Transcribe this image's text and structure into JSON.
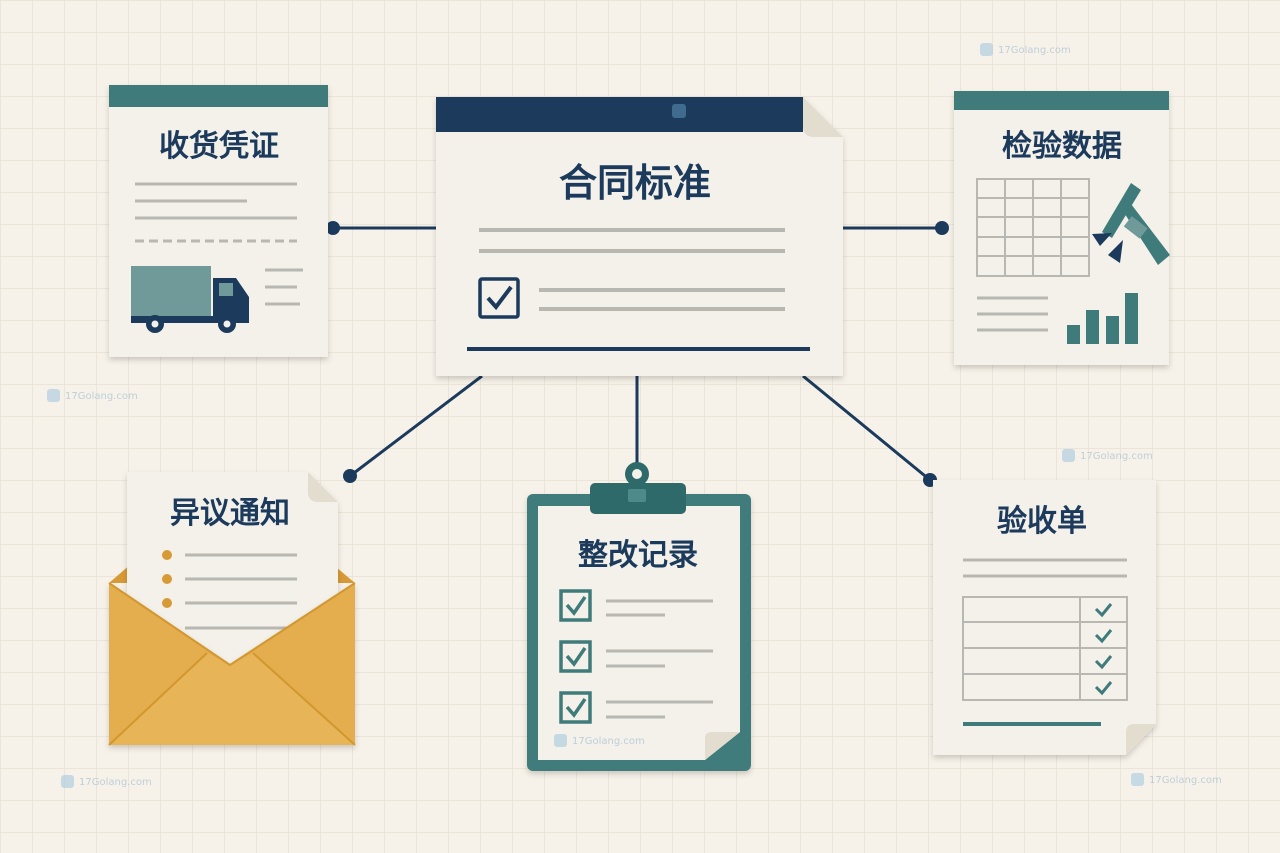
{
  "nodes": {
    "center": {
      "title": "合同标准"
    },
    "receipt": {
      "title": "收货凭证"
    },
    "inspection": {
      "title": "检验数据"
    },
    "objection": {
      "title": "异议通知"
    },
    "rectification": {
      "title": "整改记录"
    },
    "acceptance": {
      "title": "验收单"
    }
  },
  "watermark": {
    "text": "17Golang.com"
  },
  "colors": {
    "navy": "#1b3a5c",
    "teal": "#3f7b7b",
    "paper": "#f4f1ea",
    "mustard": "#e4ad4e",
    "line_gray": "#b9b7b1",
    "background": "#f7f2e9"
  },
  "icons": {
    "receipt": "truck-icon",
    "inspection": "caliper-icon",
    "inspection_chart": "bar-chart-icon",
    "objection": "envelope-icon",
    "rectification": "clipboard-icon",
    "center": "checkbox-icon"
  }
}
